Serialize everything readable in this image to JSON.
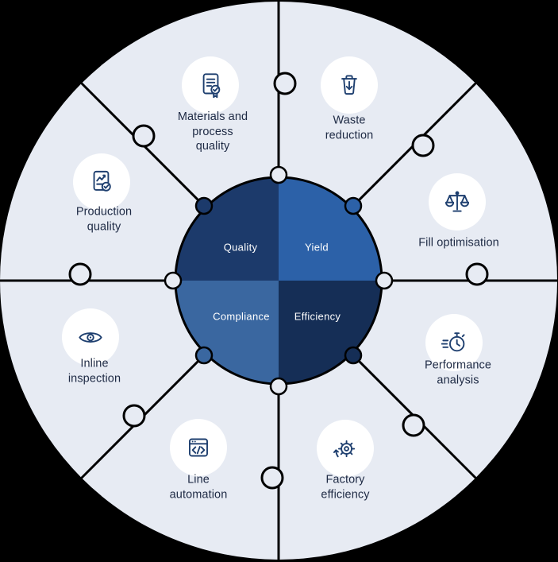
{
  "palette": {
    "background": "#000000",
    "wheel": "#e7ebf3",
    "seam": "#000000",
    "icon_stroke": "#1e3f6f",
    "label_text": "#1e2a44",
    "center_text": "#ffffff"
  },
  "center": {
    "quadrants": [
      {
        "label": "Quality",
        "color": "#1c3a6b"
      },
      {
        "label": "Yield",
        "color": "#2c61a8"
      },
      {
        "label": "Compliance",
        "color": "#3a67a0"
      },
      {
        "label": "Efficiency",
        "color": "#152e56"
      }
    ]
  },
  "segments": [
    {
      "label": "Materials and process quality",
      "icon": "document-certificate-check-icon"
    },
    {
      "label": "Waste reduction",
      "icon": "trash-bin-down-arrow-icon"
    },
    {
      "label": "Fill optimisation",
      "icon": "balance-scales-icon"
    },
    {
      "label": "Performance analysis",
      "icon": "stopwatch-speed-icon"
    },
    {
      "label": "Factory efficiency",
      "icon": "gear-arrow-icon"
    },
    {
      "label": "Line automation",
      "icon": "code-window-icon"
    },
    {
      "label": "Inline inspection",
      "icon": "eye-icon"
    },
    {
      "label": "Production quality",
      "icon": "document-chart-check-icon"
    }
  ]
}
